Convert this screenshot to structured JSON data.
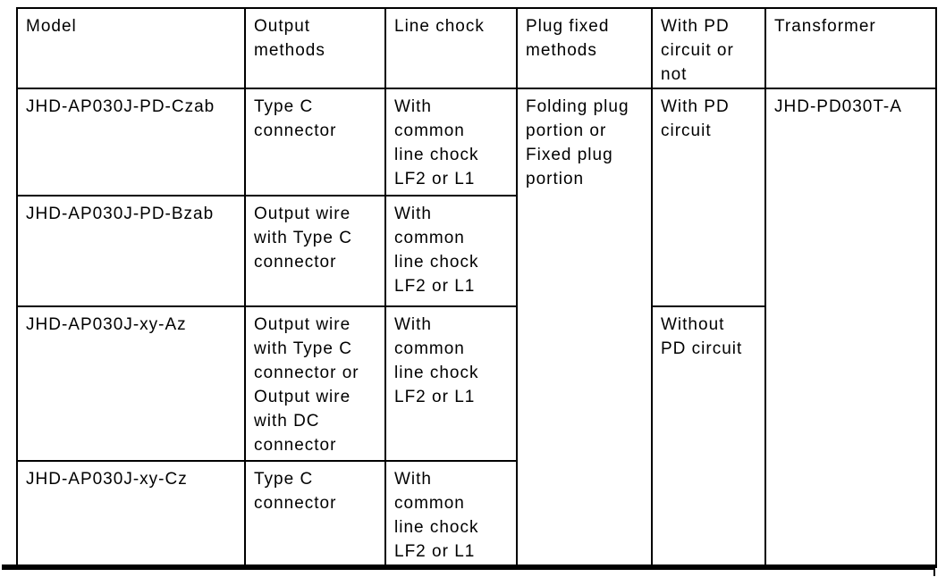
{
  "page": {
    "background": "#ffffff",
    "border_color": "#000000"
  },
  "table": {
    "headers": {
      "model": "Model",
      "output_methods": "Output\nmethods",
      "line_chock": "Line chock",
      "plug_fixed_methods": "Plug fixed\nmethods",
      "pd_circuit": "With PD\ncircuit or\nnot",
      "transformer": "Transformer"
    },
    "rows": [
      {
        "model": "JHD-AP030J-PD-Czab",
        "output_methods": "Type C\nconnector",
        "line_chock": "With\ncommon\nline chock\nLF2 or L1"
      },
      {
        "model": "JHD-AP030J-PD-Bzab",
        "output_methods": "Output wire\nwith Type C\nconnector",
        "line_chock": "With\ncommon\nline chock\nLF2 or L1"
      },
      {
        "model": "JHD-AP030J-xy-Az",
        "output_methods": "Output wire\nwith Type C\nconnector or\nOutput wire\nwith DC\nconnector",
        "line_chock": "With\ncommon\nline chock\nLF2 or L1"
      },
      {
        "model": "JHD-AP030J-xy-Cz",
        "output_methods": "Type C\nconnector",
        "line_chock": "With\ncommon\nline chock\nLF2 or L1"
      }
    ],
    "merged_cells": {
      "plug_fixed_methods": "Folding plug\nportion or\nFixed plug\nportion",
      "with_pd": "With PD\ncircuit",
      "without_pd": "Without\nPD circuit",
      "transformer": "JHD-PD030T-A"
    }
  }
}
